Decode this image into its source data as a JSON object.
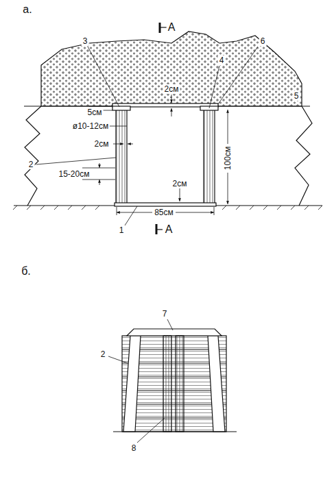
{
  "diagram": {
    "labels": [
      "а.",
      "А",
      "3",
      "4",
      "6",
      "2см",
      "5см",
      "5",
      "ø10-12см",
      "2см",
      "2",
      "100см",
      "15-20см",
      "2см",
      "85см",
      "1",
      "А",
      "б.",
      "7",
      "2",
      "8"
    ]
  }
}
